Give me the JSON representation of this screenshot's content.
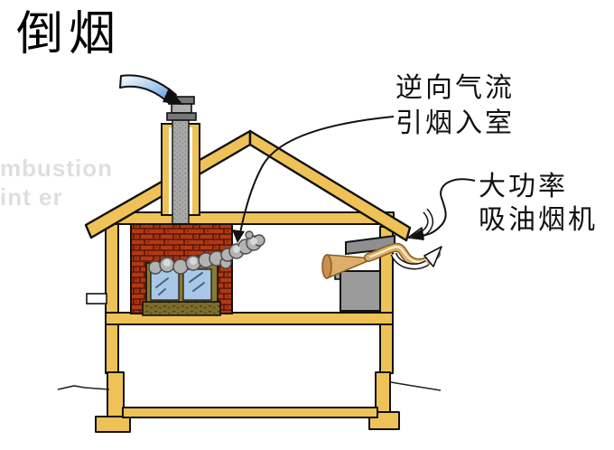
{
  "title": "倒烟",
  "labels": {
    "reverse_flow": "逆向气流\n引烟入室",
    "hood": "大功率\n吸油烟机"
  },
  "watermark": "mbustion\nint   er",
  "diagram": {
    "type": "house-cross-section-backdraft",
    "elements": [
      "wind-backdraft-arrow-into-chimney",
      "chimney-flue-and-cap",
      "fireplace-with-glass-doors",
      "smoke-entering-room",
      "reverse-flow-leader-arrow",
      "range-hood-duct-through-wall",
      "exhaust-airflow-cone",
      "outdoor-exhaust-swirl-arrows",
      "hood-leader-arrow"
    ],
    "colors": {
      "wood_yellow": "#eec257",
      "brick_red": "#b03a14",
      "mortar_dark": "#5a1505",
      "flue_gray": "#a9a9a9",
      "cap_dark_gray": "#777777",
      "smoke_gray": "#b3b3b3",
      "glass_blue": "#a9c7e6",
      "hearth_brown": "#7d6b2c",
      "appliance_gray": "#9b9b9b",
      "duct_gray": "#8f8f8f",
      "airflow_tan": "#dcb06a",
      "wind_blue": "#4f8fd0",
      "outline_black": "#111111",
      "background": "#ffffff"
    }
  }
}
